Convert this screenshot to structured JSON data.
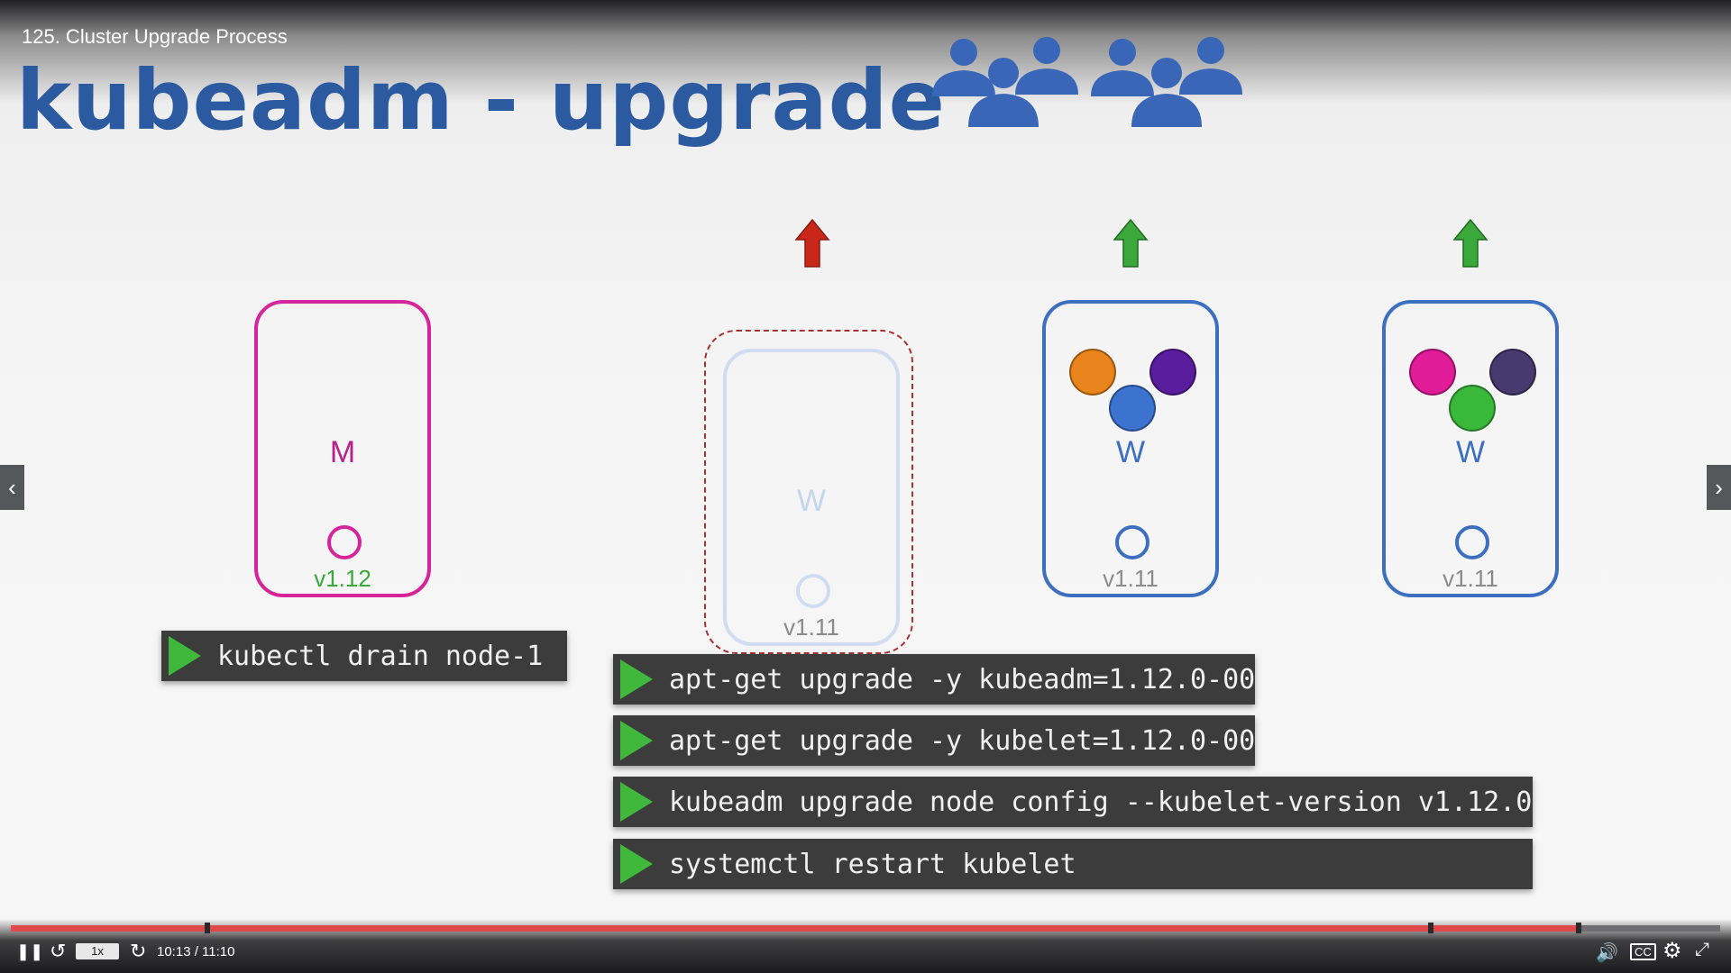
{
  "lecture_title": "125. Cluster Upgrade Process",
  "slide_title": "kubeadm - upgrade",
  "icons": {
    "people": "people-group-icon",
    "arrow_up": "arrow-up-icon",
    "play": "play-icon",
    "prev": "chevron-left-icon",
    "next": "chevron-right-icon"
  },
  "nodes": {
    "master": {
      "label": "M",
      "version": "v1.12"
    },
    "worker1": {
      "label": "W",
      "version": "v1.11"
    },
    "worker2": {
      "label": "W",
      "version": "v1.11"
    },
    "worker3": {
      "label": "W",
      "version": "v1.11"
    }
  },
  "commands": {
    "drain": "kubectl drain node-1",
    "kubeadm": "apt-get upgrade -y kubeadm=1.12.0-00",
    "kubelet": "apt-get upgrade -y kubelet=1.12.0-00",
    "config": "kubeadm upgrade node config --kubelet-version v1.12.0",
    "restart": "systemctl restart kubelet"
  },
  "colors": {
    "title": "#2c5aa0",
    "master_border": "#d6259a",
    "worker_border": "#3c6fc0",
    "arrow_red": "#c8271a",
    "arrow_green": "#3aa83a",
    "version_green": "#3aa83a",
    "progress": "#e0484a"
  },
  "player": {
    "speed": "1x",
    "time": "10:13 / 11:10",
    "progress_fraction": 0.916
  }
}
